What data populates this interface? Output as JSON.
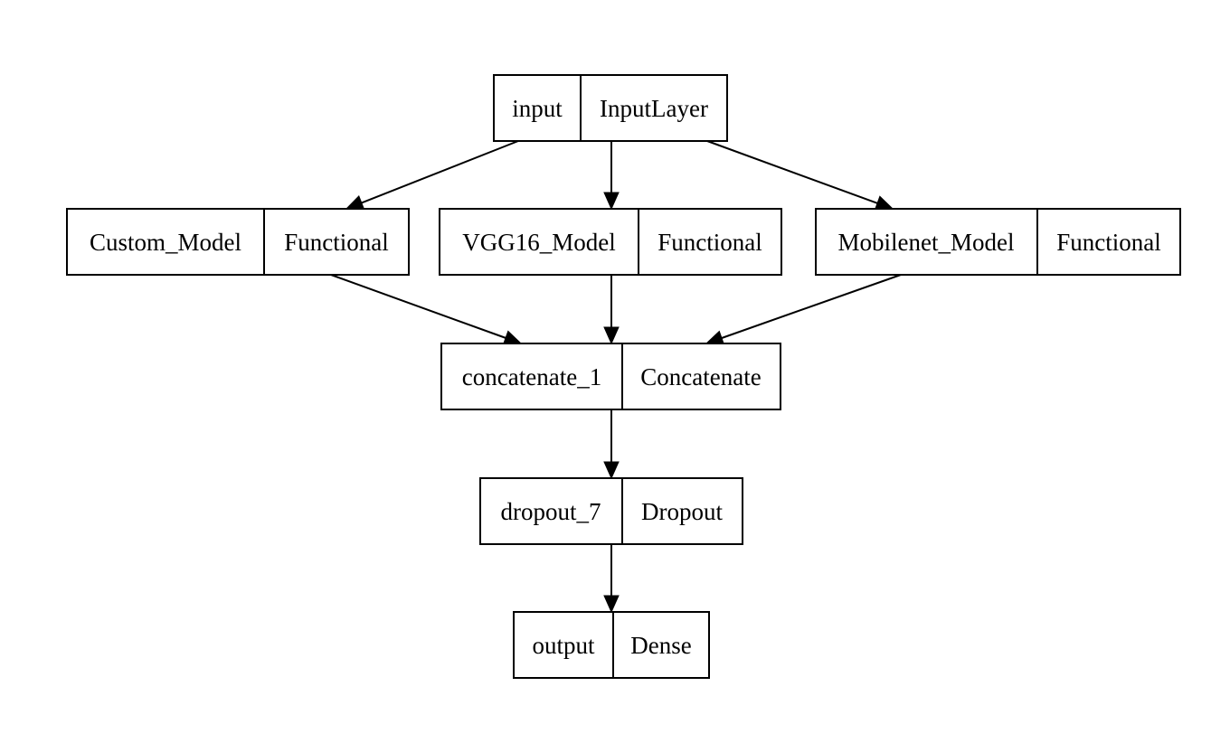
{
  "diagram": {
    "nodes": [
      {
        "id": "input",
        "name": "input",
        "type": "InputLayer"
      },
      {
        "id": "custom_model",
        "name": "Custom_Model",
        "type": "Functional"
      },
      {
        "id": "vgg16_model",
        "name": "VGG16_Model",
        "type": "Functional"
      },
      {
        "id": "mobilenet_model",
        "name": "Mobilenet_Model",
        "type": "Functional"
      },
      {
        "id": "concatenate_1",
        "name": "concatenate_1",
        "type": "Concatenate"
      },
      {
        "id": "dropout_7",
        "name": "dropout_7",
        "type": "Dropout"
      },
      {
        "id": "output",
        "name": "output",
        "type": "Dense"
      }
    ],
    "edges": [
      {
        "from": "input",
        "to": "custom_model"
      },
      {
        "from": "input",
        "to": "vgg16_model"
      },
      {
        "from": "input",
        "to": "mobilenet_model"
      },
      {
        "from": "custom_model",
        "to": "concatenate_1"
      },
      {
        "from": "vgg16_model",
        "to": "concatenate_1"
      },
      {
        "from": "mobilenet_model",
        "to": "concatenate_1"
      },
      {
        "from": "concatenate_1",
        "to": "dropout_7"
      },
      {
        "from": "dropout_7",
        "to": "output"
      }
    ]
  }
}
